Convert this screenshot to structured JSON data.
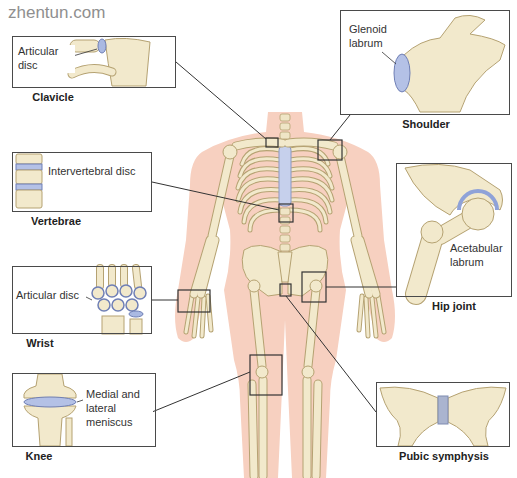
{
  "diagram": {
    "nodes": [
      {
        "text": [
          "Articular disc",
          "Clavicle"
        ]
      },
      {
        "text": [
          "Glenoid labrum",
          "Shoulder"
        ]
      },
      {
        "text": [
          "Intervertebral disc",
          "Vertebrae"
        ]
      },
      {
        "text": [
          "Acetabular labrum",
          "Hip joint"
        ]
      },
      {
        "text": [
          "Articular disc",
          "Wrist"
        ]
      },
      {
        "text": [
          "Medial and lateral meniscus",
          "Knee"
        ]
      },
      {
        "text": [
          "Pubic symphysis"
        ]
      }
    ],
    "labels": [
      "zhentun.com"
    ]
  }
}
